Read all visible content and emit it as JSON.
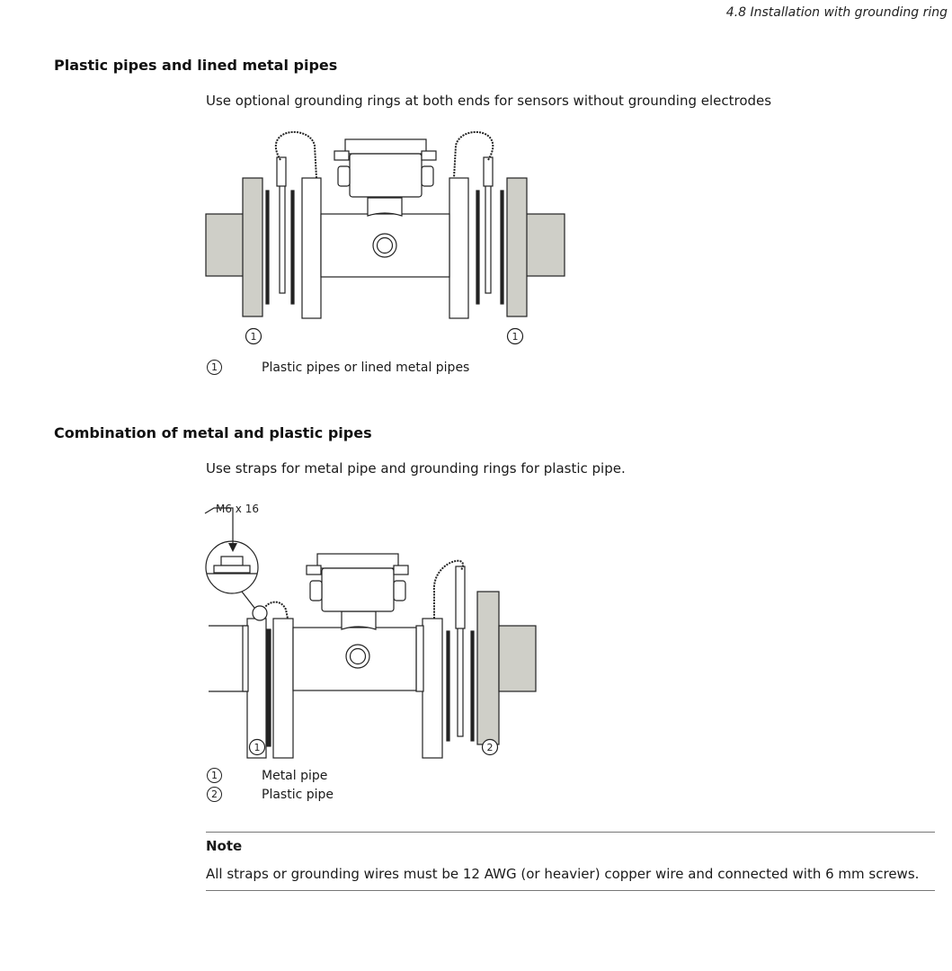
{
  "header": {
    "section": "4.8 Installation with grounding ring"
  },
  "section1": {
    "heading": "Plastic pipes and lined metal pipes",
    "intro": "Use optional grounding rings at both ends for sensors without grounding electrodes",
    "callouts": [
      "1",
      "1"
    ],
    "legend": [
      {
        "num": "1",
        "text": "Plastic pipes or lined metal pipes"
      }
    ]
  },
  "section2": {
    "heading": "Combination of metal and plastic pipes",
    "intro": "Use straps for metal pipe and grounding rings for plastic pipe.",
    "screw_label": "M6 x 16",
    "callouts": [
      "1",
      "2"
    ],
    "legend": [
      {
        "num": "1",
        "text": "Metal pipe"
      },
      {
        "num": "2",
        "text": "Plastic pipe"
      }
    ]
  },
  "note": {
    "title": "Note",
    "body": "All straps or grounding wires must be 12 AWG (or heavier) copper wire and connected with 6 mm screws."
  },
  "colors": {
    "plastic_fill": "#cfcfc8",
    "line": "#222222"
  }
}
